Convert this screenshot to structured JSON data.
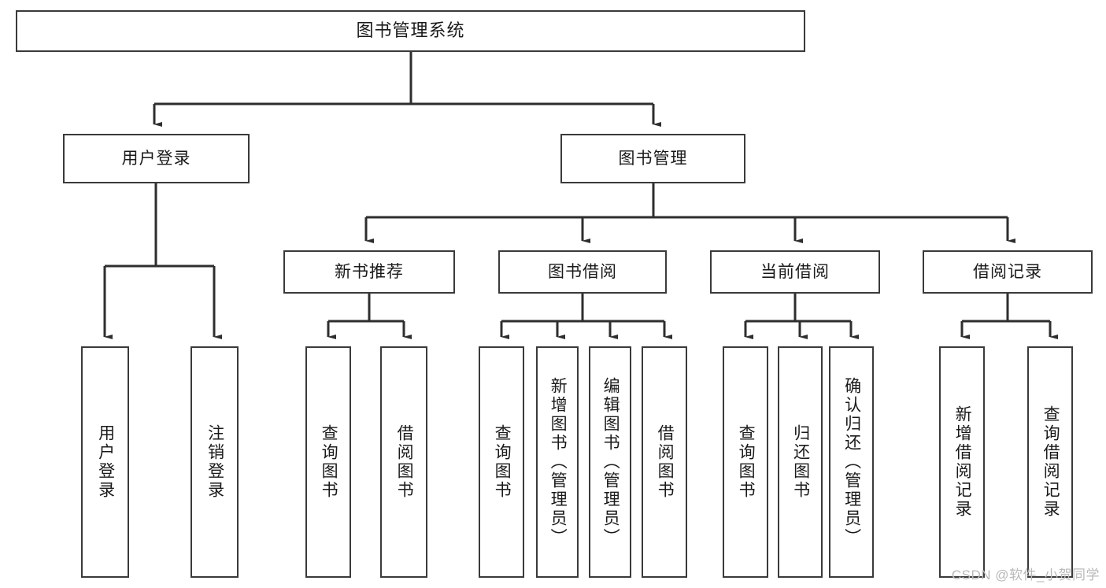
{
  "diagram": {
    "title": "图书管理系统",
    "type": "hierarchy-tree",
    "root": {
      "label": "图书管理系统"
    },
    "level2": [
      {
        "label": "用户登录"
      },
      {
        "label": "图书管理"
      }
    ],
    "level3": [
      {
        "label": "新书推荐"
      },
      {
        "label": "图书借阅"
      },
      {
        "label": "当前借阅"
      },
      {
        "label": "借阅记录"
      }
    ],
    "leaves": {
      "user_login": [
        {
          "label": "用户登录"
        },
        {
          "label": "注销登录"
        }
      ],
      "new_book_recommend": [
        {
          "label": "查询图书"
        },
        {
          "label": "借阅图书"
        }
      ],
      "book_borrow": [
        {
          "label": "查询图书"
        },
        {
          "label": "新增图书（管理员）"
        },
        {
          "label": "编辑图书（管理员）"
        },
        {
          "label": "借阅图书"
        }
      ],
      "current_borrow": [
        {
          "label": "查询图书"
        },
        {
          "label": "归还图书"
        },
        {
          "label": "确认归还（管理员）"
        }
      ],
      "borrow_record": [
        {
          "label": "新增借阅记录"
        },
        {
          "label": "查询借阅记录"
        }
      ]
    },
    "watermark": "CSDN @软件_小贺同学",
    "colors": {
      "box_border": "#3a3a3a",
      "box_fill": "#ffffff",
      "connector": "#2e2e2e",
      "text": "#1a1a1a",
      "watermark": "#b9b9b9"
    }
  }
}
